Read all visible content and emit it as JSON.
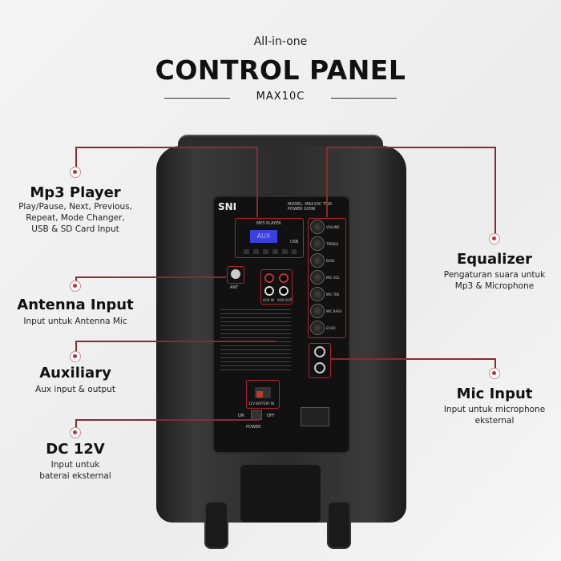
{
  "header": {
    "subtitle": "All-in-one",
    "title": "CONTROL PANEL",
    "model": "MAX10C"
  },
  "callouts": {
    "mp3": {
      "title": "Mp3 Player",
      "desc": [
        "Play/Pause, Next, Previous,",
        "Repeat, Mode Changer,",
        "USB & SD Card Input"
      ]
    },
    "antenna": {
      "title": "Antenna Input",
      "desc": [
        "Input untuk Antenna Mic"
      ]
    },
    "aux": {
      "title": "Auxiliary",
      "desc": [
        "Aux input & output"
      ]
    },
    "dc": {
      "title": "DC 12V",
      "desc": [
        "Input untuk",
        "baterai eksternal"
      ]
    },
    "eq": {
      "title": "Equalizer",
      "desc": [
        "Pengaturan suara untuk",
        "Mp3 & Microphone"
      ]
    },
    "mic": {
      "title": "Mic Input",
      "desc": [
        "Input untuk microphone",
        "eksternal"
      ]
    }
  },
  "panel": {
    "brand": "SNI",
    "model": "MODEL: MAX10C TWS",
    "power": "POWER 100W",
    "mp3_label": "MP3 PLAYER",
    "display": "AUX",
    "usb": "USB",
    "knobs": [
      "VOLUME",
      "TREBLE",
      "BASS",
      "MIC VOL",
      "MIC TRE",
      "MIC BASS",
      "ECHO"
    ],
    "ant": "ANT",
    "aux_in": "AUX IN",
    "aux_out": "AUX OUT",
    "battery": "12V BATTERY IN",
    "power_switch": "POWER",
    "on": "ON",
    "off": "OFF"
  },
  "colors": {
    "accent": "#c2303b",
    "line": "#8b2a30"
  }
}
